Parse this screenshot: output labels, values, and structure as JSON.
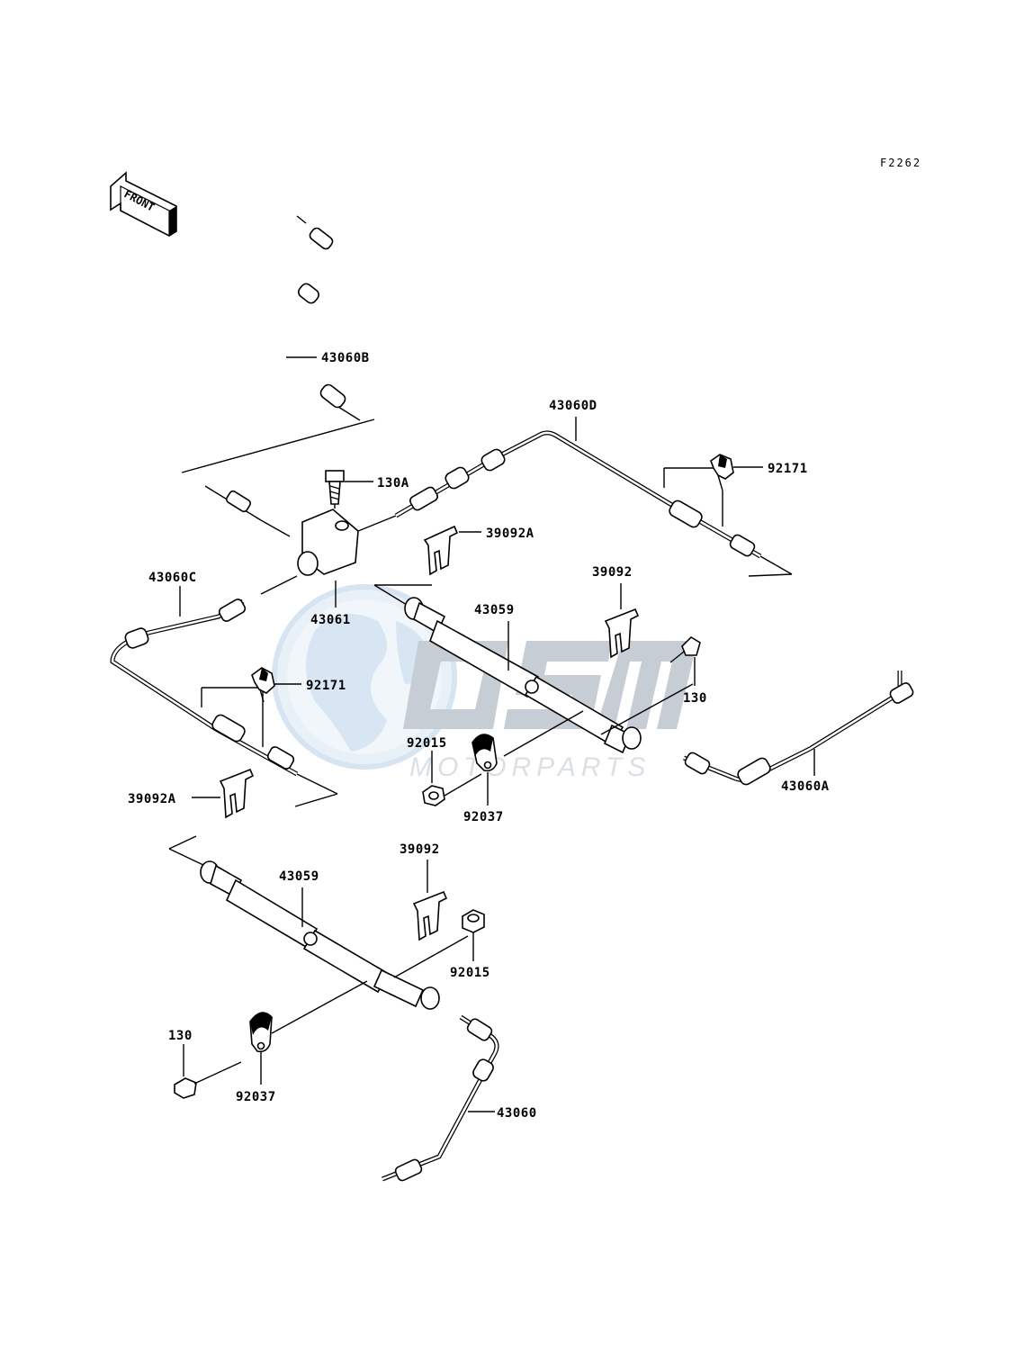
{
  "diagram": {
    "figure_code": "F2262",
    "front_arrow_text": "FRONT",
    "watermark": {
      "logo_text": "OSM",
      "sub_text": "MOTORPARTS"
    },
    "labels": {
      "p_43060B": "43060B",
      "p_43060D": "43060D",
      "p_92171_top": "92171",
      "p_130A": "130A",
      "p_39092A_top": "39092A",
      "p_43060C": "43060C",
      "p_39092_top": "39092",
      "p_43061": "43061",
      "p_43059_top": "43059",
      "p_92171_left": "92171",
      "p_130_right": "130",
      "p_92015_top": "92015",
      "p_43060A": "43060A",
      "p_39092A_left": "39092A",
      "p_92037_top": "92037",
      "p_39092_bottom": "39092",
      "p_43059_bottom": "43059",
      "p_92015_bottom": "92015",
      "p_130_left": "130",
      "p_92037_bottom": "92037",
      "p_43060": "43060"
    }
  }
}
